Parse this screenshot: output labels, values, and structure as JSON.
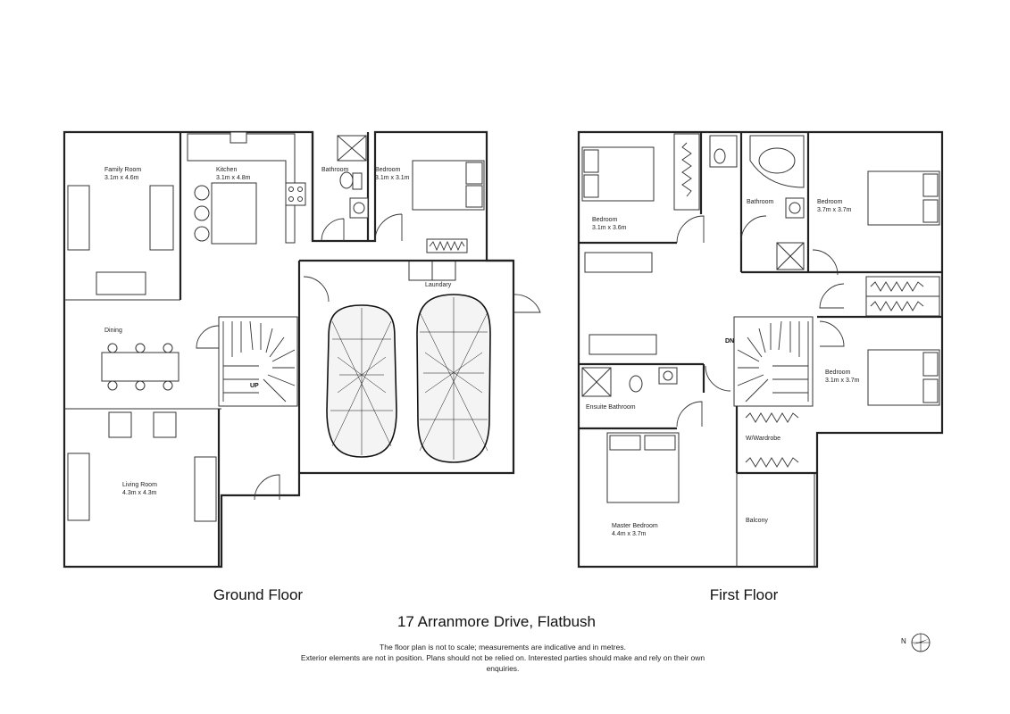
{
  "floors": [
    {
      "title": "Ground Floor"
    },
    {
      "title": "First Floor"
    }
  ],
  "ground_rooms": {
    "family": {
      "name": "Family Room",
      "size": "3.1m x 4.6m"
    },
    "kitchen": {
      "name": "Kitchen",
      "size": "3.1m x 4.8m"
    },
    "bathroom": {
      "name": "Bathroom"
    },
    "bedroom": {
      "name": "Bedroom",
      "size": "3.1m x 3.1m"
    },
    "laundry": {
      "name": "Laundary"
    },
    "dining": {
      "name": "Dining"
    },
    "living": {
      "name": "Living Room",
      "size": "4.3m x 4.3m"
    },
    "stair": "UP"
  },
  "first_rooms": {
    "bedroom_nw": {
      "name": "Bedroom",
      "size": "3.1m x 3.6m"
    },
    "bathroom": {
      "name": "Bathroom"
    },
    "bedroom_ne": {
      "name": "Bedroom",
      "size": "3.7m x 3.7m"
    },
    "bedroom_e": {
      "name": "Bedroom",
      "size": "3.1m x 3.7m"
    },
    "ensuite": {
      "name": "Ensuite Bathroom"
    },
    "wardrobe": {
      "name": "W/Wardrobe"
    },
    "master": {
      "name": "Master Bedroom",
      "size": "4.4m x 3.7m"
    },
    "balcony": {
      "name": "Balcony"
    },
    "stair": "DN"
  },
  "address": "17 Arranmore Drive, Flatbush",
  "disclaimer": [
    "The floor plan is not to scale; measurements are indicative and in metres.",
    "Exterior elements are not in position. Plans should not be relied on. Interested parties should make and rely on their own",
    "enquiries."
  ],
  "compass": {
    "letter": "N",
    "icon": "north-arrow-icon"
  }
}
